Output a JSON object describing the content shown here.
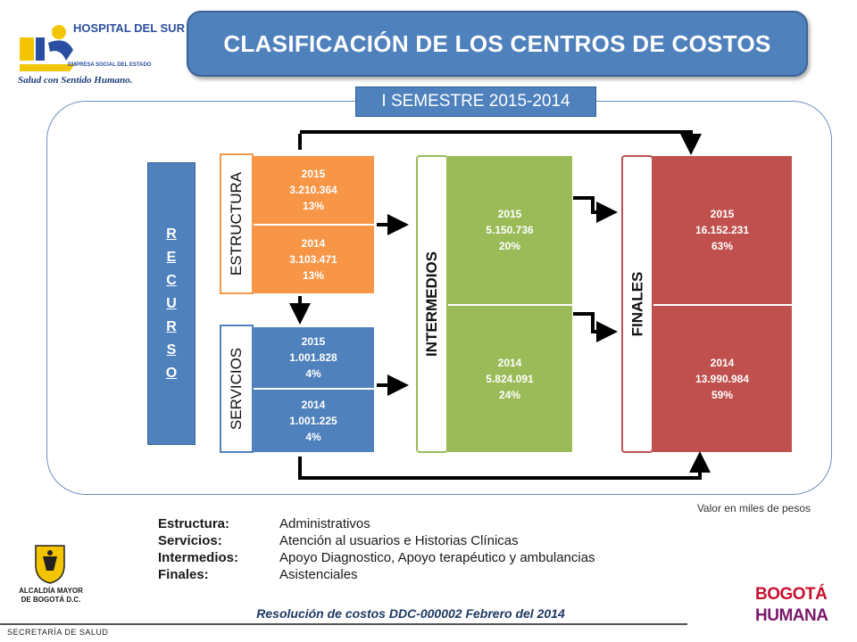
{
  "header": {
    "logo_name": "HOSPITAL DEL SUR",
    "logo_subtitle": "EMPRESA SOCIAL DEL ESTADO",
    "logo_slogan": "Salud con Sentido Humano.",
    "title": "CLASIFICACIÓN DE LOS CENTROS DE COSTOS",
    "semester": "I SEMESTRE 2015-2014"
  },
  "diagram": {
    "recurso_letters": [
      "R",
      "E",
      "C",
      "U",
      "R",
      "S",
      "O"
    ],
    "estructura": {
      "label": "ESTRUCTURA",
      "y2015": {
        "year": "2015",
        "value": "3.210.364",
        "pct": "13%"
      },
      "y2014": {
        "year": "2014",
        "value": "3.103.471",
        "pct": "13%"
      }
    },
    "servicios": {
      "label": "SERVICIOS",
      "y2015": {
        "year": "2015",
        "value": "1.001.828",
        "pct": "4%"
      },
      "y2014": {
        "year": "2014",
        "value": "1.001.225",
        "pct": "4%"
      }
    },
    "intermedios": {
      "label": "INTERMEDIOS",
      "y2015": {
        "year": "2015",
        "value": "5.150.736",
        "pct": "20%"
      },
      "y2014": {
        "year": "2014",
        "value": "5.824.091",
        "pct": "24%"
      }
    },
    "finales": {
      "label": "FINALES",
      "y2015": {
        "year": "2015",
        "value": "16.152.231",
        "pct": "63%"
      },
      "y2014": {
        "year": "2014",
        "value": "13.990.984",
        "pct": "59%"
      }
    },
    "colors": {
      "orange": "#f79646",
      "blue": "#4f81bd",
      "green": "#9bbb59",
      "red": "#c0504d"
    }
  },
  "note": "Valor en miles de pesos",
  "legend": [
    {
      "term": "Estructura:",
      "desc": "Administrativos"
    },
    {
      "term": "Servicios:",
      "desc": "Atención al usuarios e Historias Clínicas"
    },
    {
      "term": "Intermedios:",
      "desc": "Apoyo Diagnostico, Apoyo terapéutico y ambulancias"
    },
    {
      "term": "Finales:",
      "desc": "Asistenciales"
    }
  ],
  "footer": {
    "resolution": "Resolución de costos DDC-000002 Febrero del 2014",
    "alcaldia": [
      "ALCALDÍA MAYOR",
      "DE BOGOTÁ D.C."
    ],
    "secretaria": "SECRETARÍA DE SALUD",
    "bogota": [
      "BOGOTÁ",
      "HUMANA"
    ]
  }
}
